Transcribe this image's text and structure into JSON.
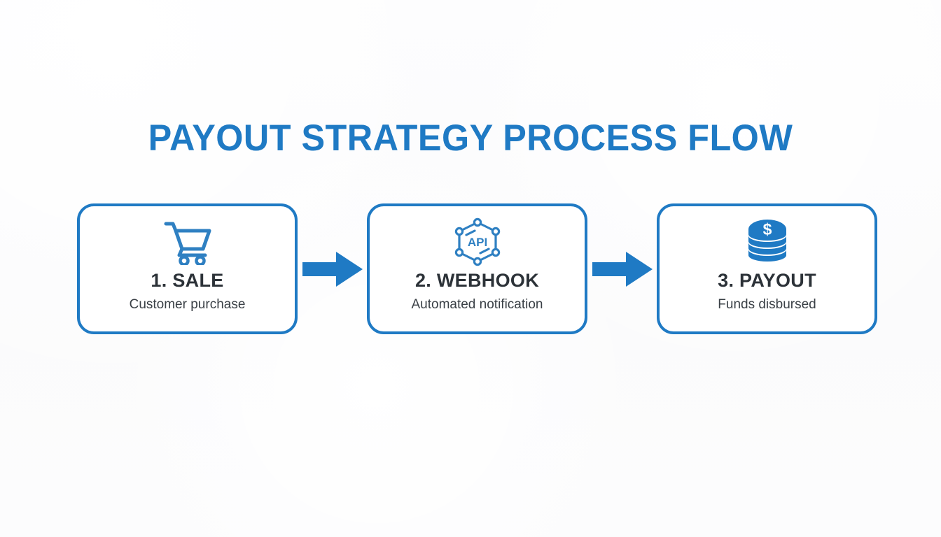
{
  "page": {
    "title": "PAYOUT STRATEGY PROCESS FLOW",
    "background_color": "#fcfcfd",
    "accent_color": "#1f7ac4",
    "heading_color": "#2c3238"
  },
  "flow": {
    "steps": [
      {
        "icon": "shopping-cart-icon",
        "heading": "1. SALE",
        "subtitle": "Customer purchase"
      },
      {
        "icon": "api-hexagon-icon",
        "icon_label": "API",
        "heading": "2. WEBHOOK",
        "subtitle": "Automated notification"
      },
      {
        "icon": "coin-stack-icon",
        "icon_label": "$",
        "heading": "3. PAYOUT",
        "subtitle": "Funds disbursed"
      }
    ],
    "connectors": [
      {
        "icon": "arrow-right-icon"
      },
      {
        "icon": "arrow-right-icon"
      }
    ]
  }
}
